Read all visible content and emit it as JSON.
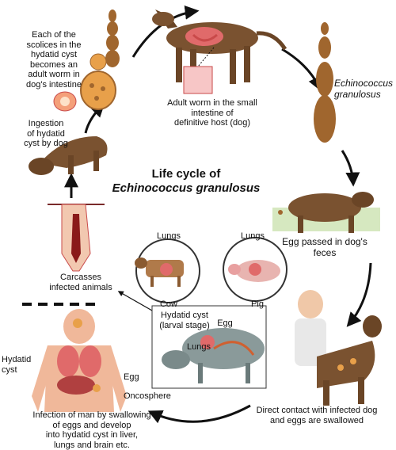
{
  "title": {
    "line1": "Life cycle of",
    "line2": "Echinococcus granulosus"
  },
  "species_label": {
    "line1": "Echinococcus",
    "line2": "granulosus"
  },
  "labels": {
    "scolices": [
      "Each of the",
      "scolices in the",
      "hydatid cyst",
      "becomes an",
      "adult worm in",
      "dog's intestine"
    ],
    "ingestion": [
      "Ingestion",
      "of hydatid",
      "cyst by dog"
    ],
    "adult_worm": [
      "Adult worm in the small",
      "intestine of",
      "definitive host (dog)"
    ],
    "egg_passed": [
      "Egg passed in dog's",
      "feces"
    ],
    "direct_contact": [
      "Direct contact with infected dog",
      "and eggs are swallowed"
    ],
    "infection_man": [
      "Infection of man by swallowing",
      "of eggs and develop",
      "into hydatid cyst in liver,",
      "lungs and  brain etc."
    ],
    "carcasses": [
      "Carcasses",
      "infected animals"
    ],
    "cow_lungs": "Lungs",
    "pig_lungs": "Lungs",
    "cow": "Cow",
    "pig": "Pig",
    "hydatid_cyst_larval": [
      "Hydatid cyst",
      "(larval stage)"
    ],
    "sheep_egg": "Egg",
    "sheep_lungs": "Lungs",
    "human_hydatid": [
      "Hydatid",
      "cyst"
    ],
    "human_egg": "Egg",
    "oncosphere": "Oncosphere"
  },
  "colors": {
    "arrow": "#111111",
    "dog": "#7a5230",
    "worm": "#a0662e",
    "cyst": "#e8a04a",
    "organ": "#e06a6a",
    "sheep": "#8a9a9a",
    "cow": "#b07a4a",
    "pig": "#e8b4b0",
    "human": "#f0b89a"
  }
}
